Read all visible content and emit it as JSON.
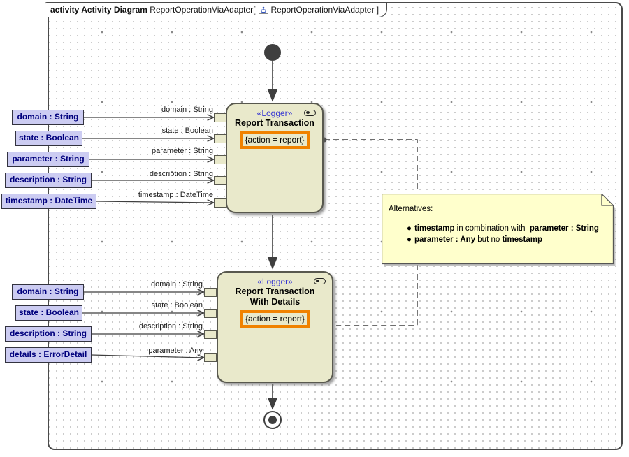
{
  "colors": {
    "action_fill": "#e9e9cb",
    "action_border": "#58584e",
    "param_fill": "#ccccf2",
    "param_text": "#00007d",
    "stereotype_text": "#3535d3",
    "constraint_highlight": "#f08200",
    "note_fill": "#ffffcc",
    "edge": "#3f3f3f"
  },
  "frame": {
    "tab": {
      "heading": "activity Activity Diagram",
      "diagram_name": "ReportOperationViaAdapter",
      "open_bracket": "[",
      "diagram_icon": "activity-diagram-icon",
      "ref_name": "ReportOperationViaAdapter",
      "close_bracket": "]"
    }
  },
  "actions": [
    {
      "stereotype": "«Logger»",
      "name_lines": [
        "Report Transaction"
      ],
      "constraint": "{action = report}"
    },
    {
      "stereotype": "«Logger»",
      "name_lines": [
        "Report Transaction",
        "With Details"
      ],
      "constraint": "{action = report}"
    }
  ],
  "parameters_top": [
    {
      "label": "domain : String",
      "pin_label": "domain : String"
    },
    {
      "label": "state : Boolean",
      "pin_label": "state : Boolean"
    },
    {
      "label": "parameter : String",
      "pin_label": "parameter : String"
    },
    {
      "label": "description : String",
      "pin_label": "description : String"
    },
    {
      "label": "timestamp : DateTime",
      "pin_label": "timestamp : DateTime"
    }
  ],
  "parameters_bottom": [
    {
      "label": "domain : String",
      "pin_label": "domain : String"
    },
    {
      "label": "state : Boolean",
      "pin_label": "state : Boolean"
    },
    {
      "label": "description : String",
      "pin_label": "description : String"
    },
    {
      "label": "details : ErrorDetail",
      "pin_label": "parameter : Any"
    }
  ],
  "note": {
    "title": "Alternatives:",
    "bullet_glyph": "●",
    "bullets": [
      {
        "segments": [
          {
            "text": "timestamp",
            "bold": true
          },
          {
            "text": " in combination with ",
            "bold": false
          },
          {
            "text": " parameter : String",
            "bold": true
          }
        ]
      },
      {
        "segments": [
          {
            "text": "parameter : Any",
            "bold": true
          },
          {
            "text": " but no ",
            "bold": false
          },
          {
            "text": "timestamp",
            "bold": true
          }
        ]
      }
    ]
  }
}
